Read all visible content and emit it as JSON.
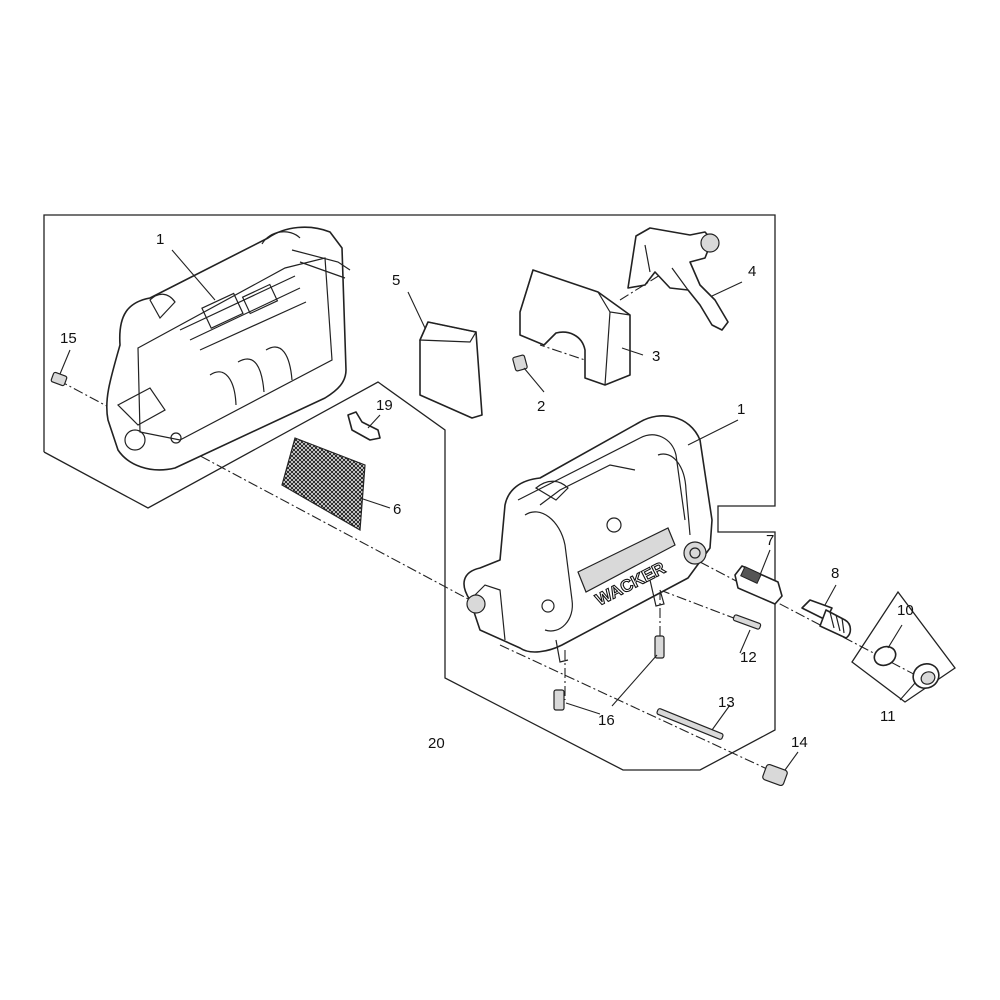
{
  "brand_text": "WACKER",
  "labels": {
    "l1a": "1",
    "l1b": "1",
    "l2": "2",
    "l3": "3",
    "l4": "4",
    "l5": "5",
    "l6": "6",
    "l7": "7",
    "l8": "8",
    "l10": "10",
    "l11": "11",
    "l12": "12",
    "l13": "13",
    "l14": "14",
    "l15": "15",
    "l16": "16",
    "l19": "19",
    "l20": "20"
  }
}
